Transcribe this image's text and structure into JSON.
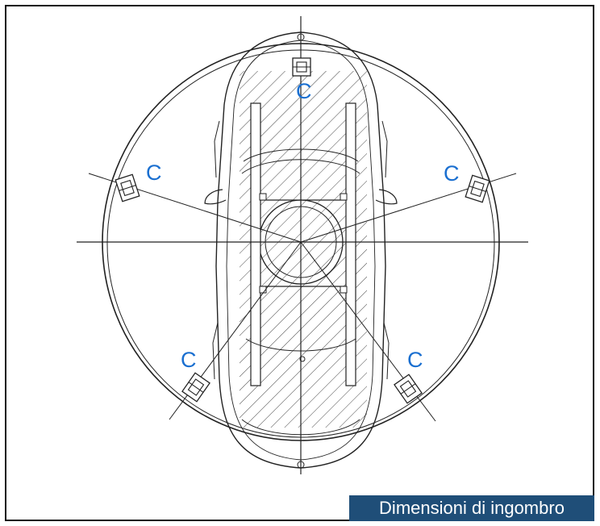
{
  "caption": "Dimensioni di ingombro",
  "column_label": "C",
  "colors": {
    "line": "#222222",
    "label": "#1a6fd0",
    "caption_bg": "#1f4e78",
    "caption_text": "#ffffff"
  },
  "icons": {
    "column_post": "column-post-icon",
    "vehicle": "vehicle-outline",
    "lift": "lift-platform"
  }
}
